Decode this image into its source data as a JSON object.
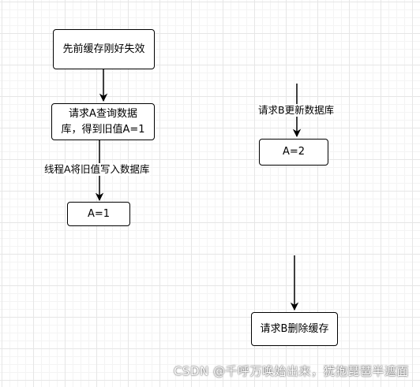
{
  "nodes": {
    "cache_invalid": "先前缓存刚好失效",
    "request_a_query": "请求A查询数据库，得到旧值A=1",
    "value_a1": "A=1",
    "value_a2": "A=2",
    "request_b_delete": "请求B删除缓存"
  },
  "edge_labels": {
    "write_old_value": "线程A将旧值写入数据库",
    "update_db": "请求B更新数据库"
  },
  "watermark": "CSDN @千呼万唤始出来，犹抱琵琶半遮面"
}
